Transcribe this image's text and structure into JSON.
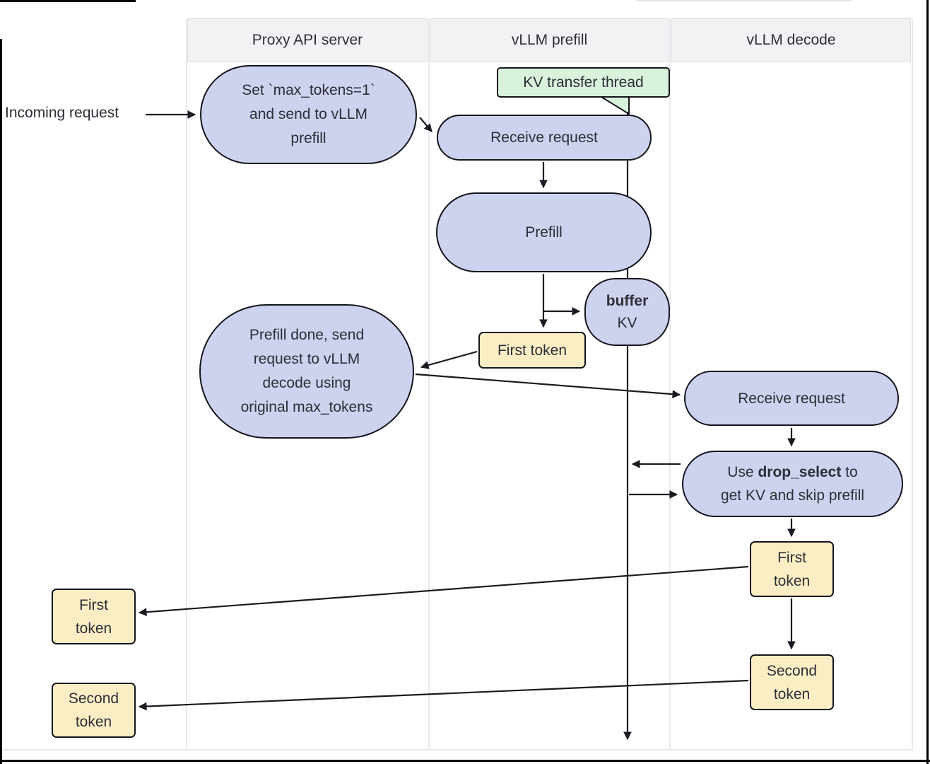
{
  "colors": {
    "node_fill": "#cdd3ee",
    "node_border": "#15151e",
    "token_fill": "#fbeec5",
    "note_fill": "#d9f2dc",
    "header_bg": "#f2f2f5",
    "lane_line": "#e9e9ed",
    "text": "#2e2e38",
    "arrow": "#1a1a22",
    "frame": "#000000"
  },
  "header": {
    "lanes": [
      {
        "label": "Proxy API server"
      },
      {
        "label": "vLLM prefill"
      },
      {
        "label": "vLLM decode"
      }
    ]
  },
  "labels": {
    "incoming_request": "Incoming request",
    "kv_transfer_thread": "KV transfer thread"
  },
  "nodes": {
    "set_max_tokens": {
      "lines": [
        "Set `max_tokens=1`",
        "and send to vLLM",
        "prefill"
      ]
    },
    "receive_request_prefill": {
      "label": "Receive request"
    },
    "prefill": {
      "label": "Prefill"
    },
    "buffer_kv": {
      "bold": "buffer",
      "label": "KV"
    },
    "first_token_prefill": {
      "label": "First token"
    },
    "prefill_done": {
      "lines": [
        "Prefill done, send",
        "request to vLLM",
        "decode using",
        "original max_tokens"
      ]
    },
    "receive_request_decode": {
      "label": "Receive request"
    },
    "drop_select": {
      "pre": "Use ",
      "bold": "drop_select",
      "post": " to",
      "line2": "get KV and skip prefill"
    },
    "first_token_decode": {
      "lines": [
        "First",
        "token"
      ]
    },
    "second_token_decode": {
      "lines": [
        "Second",
        "token"
      ]
    },
    "first_token_out": {
      "lines": [
        "First",
        "token"
      ]
    },
    "second_token_out": {
      "lines": [
        "Second",
        "token"
      ]
    }
  }
}
